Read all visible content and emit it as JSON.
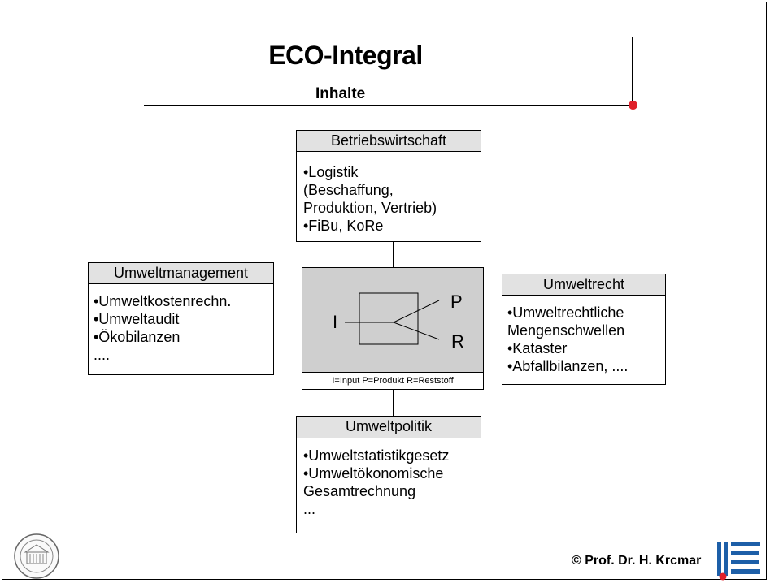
{
  "slide": {
    "title": "ECO-Integral",
    "subtitle": "Inhalte",
    "copyright": "© Prof. Dr. H. Krcmar"
  },
  "boxes": {
    "top": {
      "header": "Betriebswirtschaft",
      "items": [
        "•Logistik",
        " (Beschaffung,",
        " Produktion, Vertrieb)",
        "•FiBu, KoRe"
      ]
    },
    "left": {
      "header": "Umweltmanagement",
      "items": [
        "•Umweltkostenrechn.",
        "•Umweltaudit",
        "•Ökobilanzen",
        "...."
      ]
    },
    "right": {
      "header": "Umweltrecht",
      "items": [
        "•Umweltrechtliche",
        " Mengenschwellen",
        "•Kataster",
        "•Abfallbilanzen, ...."
      ]
    },
    "bottom": {
      "header": "Umweltpolitik",
      "items": [
        "•Umweltstatistikgesetz",
        "•Umweltökonomische",
        " Gesamtrechnung",
        " ..."
      ]
    }
  },
  "center": {
    "input_label": "I",
    "product_label": "P",
    "residue_label": "R",
    "legend": "I=Input  P=Produkt  R=Reststoff"
  },
  "colors": {
    "accent_red": "#e0202a",
    "header_fill": "#e2e2e2",
    "center_fill": "#cfcfcf",
    "logo_blue": "#1d5fa8"
  },
  "icons": {
    "university_seal": "university-seal-icon",
    "institute_logo": "tum-style-logo-icon"
  }
}
